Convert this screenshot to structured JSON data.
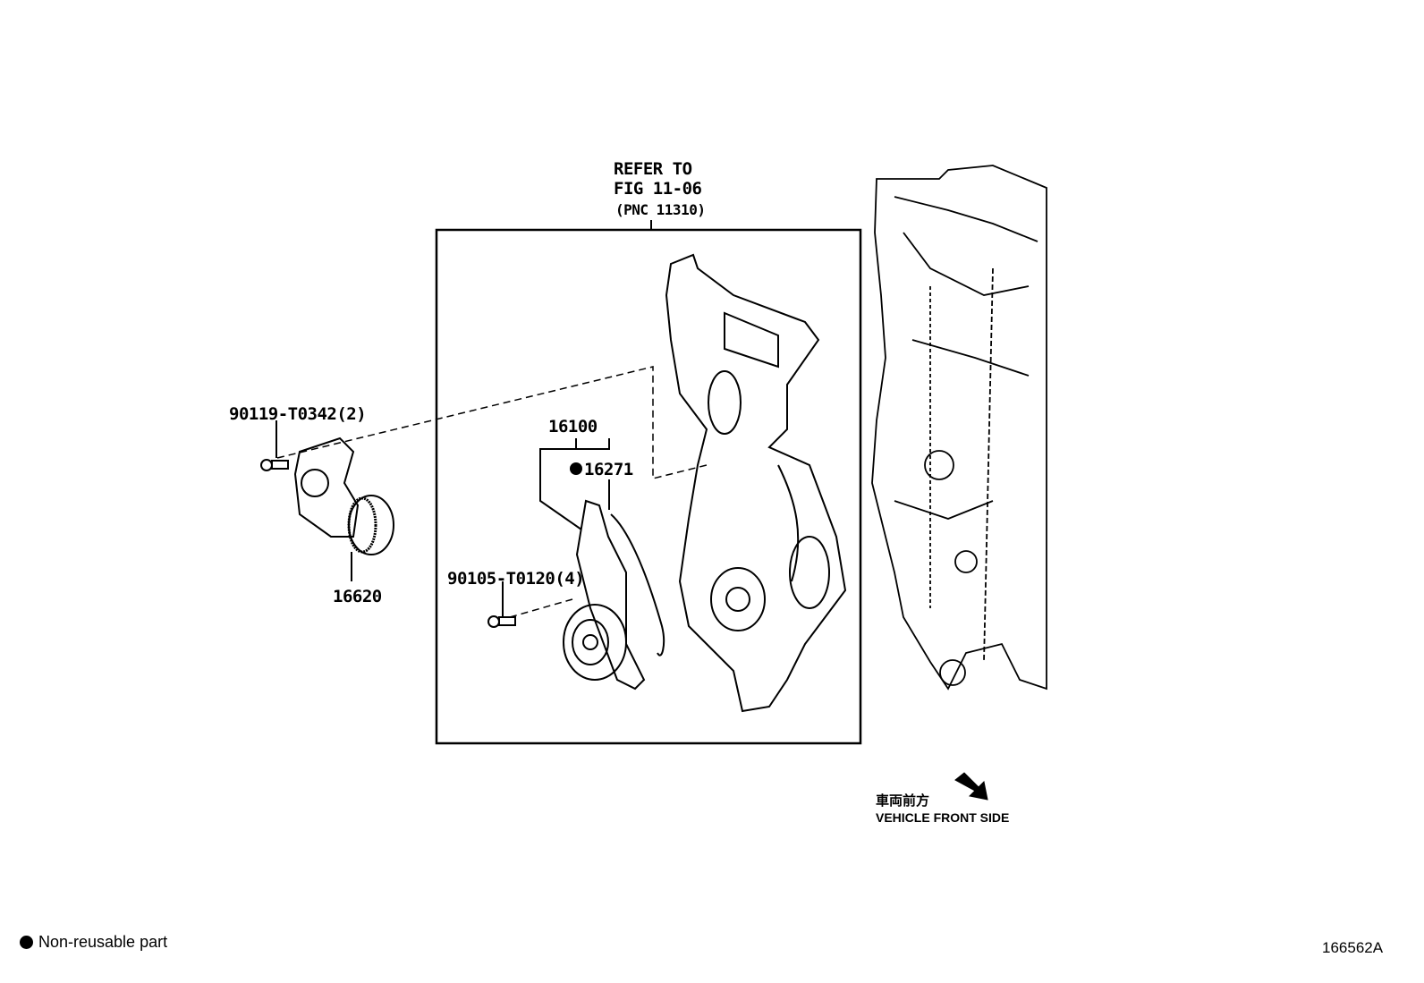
{
  "reference": {
    "line1": "REFER TO",
    "line2": "FIG 11-06",
    "line3": "(PNC 11310)"
  },
  "parts": {
    "bolt_tensioner": "90119-T0342(2)",
    "tensioner": "16620",
    "water_pump": "16100",
    "gasket": "16271",
    "bolt_pump": "90105-T0120(4)"
  },
  "direction": {
    "japanese": "車両前方",
    "english": "VEHICLE FRONT SIDE"
  },
  "legend": {
    "label": "Non-reusable part"
  },
  "figure_id": "166562A"
}
